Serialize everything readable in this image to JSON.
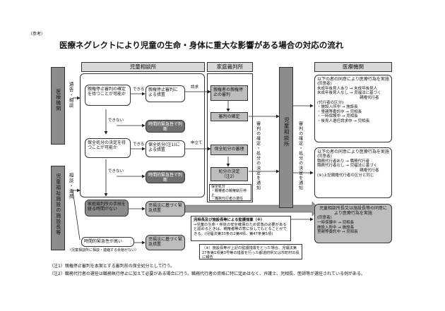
{
  "ref_label": "（参考）",
  "title": "医療ネグレクトにより児童の生命・身体に重大な影響がある場合の対応の流れ",
  "columns": {
    "jidou_soudanjo": "児童相談所",
    "katei_saibansho": "家庭裁判所",
    "iryou_kikan": "医療機関"
  },
  "left": {
    "iryou_kikan": "医療機関",
    "shisetsu_chou": "児童福祉施設の施設長等",
    "tsukoku_soudan": "通告・相談",
    "soudan_renkei": "相談・連携"
  },
  "jidou": {
    "q1": "親権停止審判の確定を待つことが可能か",
    "a1_yes": "できる",
    "a1_no": "できない",
    "r1": "親権停止審判による措置",
    "seikyu": "請求",
    "kinkyu1": "時間的緊急性で判断",
    "q2": "保全処分の決定を待つことが可能か",
    "a2_yes": "できる",
    "a2_no": "できない",
    "r2": "保全処分(注1)による措置",
    "moushitate": "申立て",
    "kinkyu2": "時間的緊急性で判断",
    "q3": "家庭裁判所の手続を経る時間がない",
    "r3": "児福法に基づく緊急措置",
    "kinkyu3": "時間的緊急性が高い",
    "kinkyu3_note": "（児童相談所に相談・連絡する余裕がない）",
    "r4": "児福法に基づく緊急措置"
  },
  "katei": {
    "b1": "親権者の親権停止の審判",
    "b2": "審判の確定",
    "b3": "保全処分の審理",
    "b4": "処分の決定",
    "b4_note": "（注2）",
    "hozen_title": "保全処分",
    "hozen_items": [
      "・親権者の親権執行停止",
      "・職務代行者の選任"
    ],
    "notice": "審判の確定・処分の決定を通知"
  },
  "center": {
    "label": "児童相談所",
    "notice2": "審判の確定・処分の決定を通知"
  },
  "iryou": {
    "c1_title": "以下の者の同意により医療行為を実施",
    "c1_head": "(同意者)",
    "c1_lines": [
      "未成年後見人あり → 未成年後見人",
      "未成年後見人なし → 児福法に基づく",
      "親権代行者"
    ],
    "c1_sub_head": "(代行者の区分)",
    "c1_sub": [
      "・施設入所中 → 施設長",
      "・里親等委託中 → 児相長",
      "・一時保護中 → 児相長",
      "・後見人選任請求中 → 児相長"
    ],
    "c2_title": "以下の者の同意により医療行為を実施",
    "c2_head": "(同意者)",
    "c2_lines": [
      "職務代行者あり → 職務代行者",
      "職務代行者なし → 児福法に基づく",
      "親権代行者"
    ],
    "c2_note": "(※)上記親権代行者の区分と同じ",
    "c3_title": "児童相談所長又は施設長等の同意により医療行為を実施",
    "c3_head": "(同意者)",
    "c3_lines": [
      "一時保護中 → 児相長",
      "施設入所中 → 施設長",
      "里親等委託中 → 児相長"
    ]
  },
  "kanjo": {
    "title": "児相長及び施設長等による監護措置（※）",
    "body": "→児童の生命・身体の安全確保のため緊急の必要があると認めるときは、親権者等の意に反してもとることができる。(児福法第33条の2第4項、第47条第5項)"
  },
  "bottom_note": "（※）施設長等が上記の監護措置をとった場合、児福法第27条第1項第3号等の措置を行った都道府県又は市町村の長に報告",
  "footnotes": [
    "（注1）親権停止審判を本案とする審判前の保全処分として行う。",
    "（注2）職務代行者の選任は職務執行停止に加えて必要がある場合に行う。職務代行者の資格に特に定めはなく、弁護士、児相長、医師等が選任されている例がある。"
  ]
}
